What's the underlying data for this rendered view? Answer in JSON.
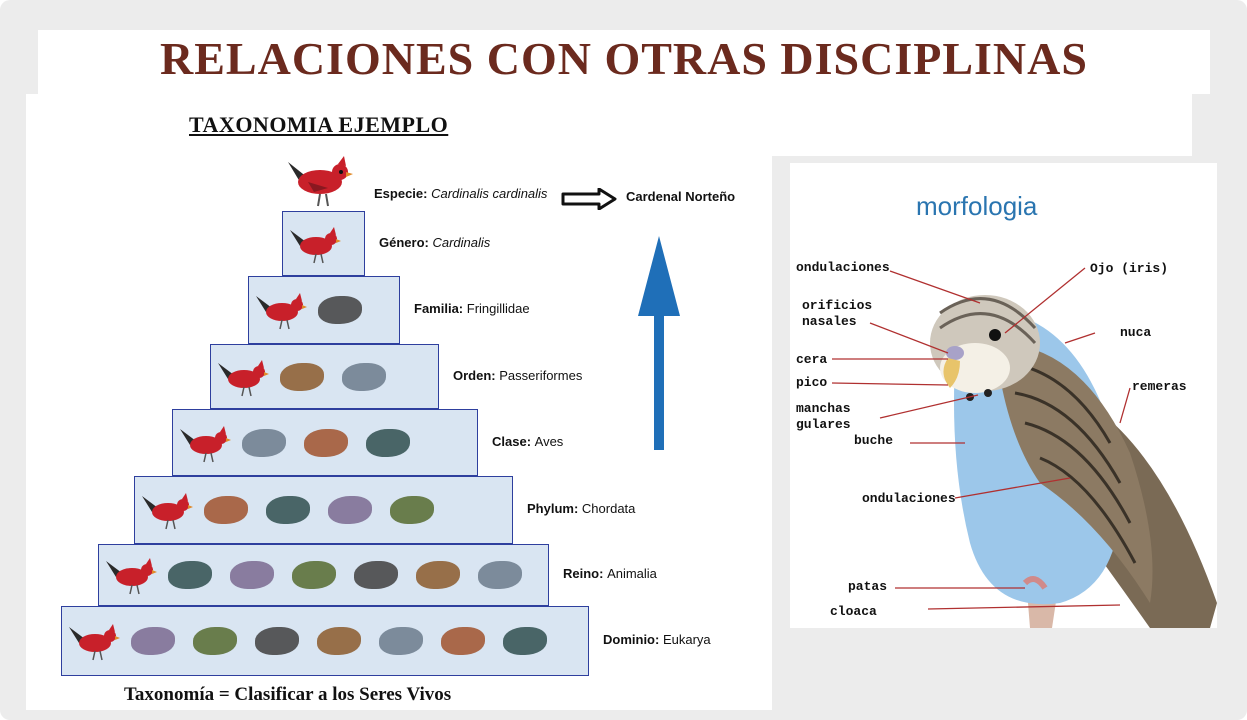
{
  "slide": {
    "title": "RELACIONES CON OTRAS DISCIPLINAS",
    "title_color": "#6b2a1e"
  },
  "taxonomy": {
    "heading": "TAXONOMIA EJEMPLO",
    "footer": "Taxonomía = Clasificar a los Seres Vivos",
    "species": {
      "rank": "Especie:",
      "name": "Cardinalis cardinalis",
      "common_name": "Cardenal Norteño"
    },
    "tiers": [
      {
        "rank": "Género:",
        "name": "Cardinalis",
        "italic": true
      },
      {
        "rank": "Familia:",
        "name": "Fringillidae",
        "italic": false
      },
      {
        "rank": "Orden:",
        "name": "Passeriformes",
        "italic": false
      },
      {
        "rank": "Clase:",
        "name": "Aves",
        "italic": false
      },
      {
        "rank": "Phylum:",
        "name": "Chordata",
        "italic": false
      },
      {
        "rank": "Reino:",
        "name": "Animalia",
        "italic": false
      },
      {
        "rank": "Dominio:",
        "name": "Eukarya",
        "italic": false
      }
    ],
    "icons": {
      "cardinal": "cardinal-icon",
      "arrow_right": "arrow-right-icon",
      "arrow_up": "arrow-up-icon"
    },
    "colors": {
      "tier_fill": "#d9e5f2",
      "tier_border": "#2e3f9e",
      "arrow_blue": "#1f6fb8",
      "cardinal_red": "#c8202a"
    }
  },
  "morphology": {
    "title": "morfologia",
    "labels": {
      "ondulaciones_top": "ondulaciones",
      "ojo": "Ojo (iris)",
      "orificios": "orificios",
      "nasales": "nasales",
      "nuca": "nuca",
      "cera": "cera",
      "pico": "pico",
      "remeras": "remeras",
      "manchas": "manchas",
      "gulares": "gulares",
      "buche": "buche",
      "ondulaciones_mid": "ondulaciones",
      "patas": "patas",
      "cloaca": "cloaca"
    },
    "icons": {
      "bird": "budgerigar-illustration"
    },
    "colors": {
      "title": "#2a75b0",
      "leader_line": "#b03030",
      "belly": "#9cc7ea",
      "wing": "#8c7a63"
    }
  }
}
